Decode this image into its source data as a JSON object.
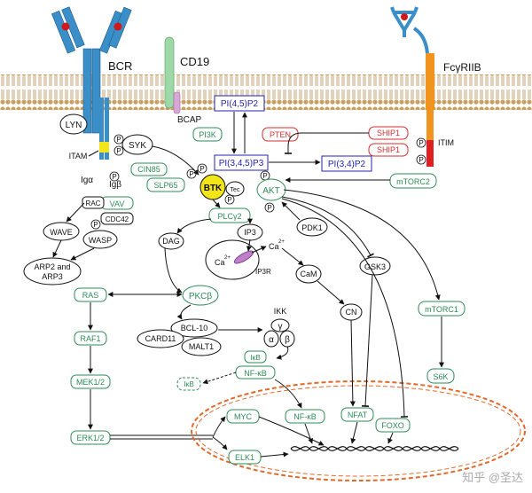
{
  "receptors": {
    "bcr": "BCR",
    "cd19": "CD19",
    "bcap": "BCAP",
    "fcgriib": "FcγRIIB",
    "itim": "ITIM",
    "itam": "ITAM",
    "iga": "Igα",
    "igb": "Igβ"
  },
  "kinases": {
    "lyn": "LYN",
    "syk": "SYK",
    "btk": "BTK",
    "tec": "Tec",
    "akt": "AKT",
    "pdk1": "PDK1",
    "gsk3": "GSK3",
    "mtorc1": "mTORC1",
    "mtorc2": "mTORC2",
    "s6k": "S6K"
  },
  "lipids": {
    "pi45p2": "PI(4,5)P2",
    "pi345p3": "PI(3,4,5)P3",
    "pi34p2": "PI(3,4)P2",
    "pi3k": "PI3K",
    "pten": "PTEN",
    "ship1a": "SHIP1",
    "ship1b": "SHIP1"
  },
  "adaptors": {
    "cin85": "CIN85",
    "slp65": "SLP65",
    "vav": "VAV",
    "rac": "RAC",
    "cdc42": "CDC42",
    "wave": "WAVE",
    "wasp": "WASP",
    "arp": [
      "ARP2 and",
      "ARP3"
    ]
  },
  "second_messengers": {
    "plcg2": "PLCγ2",
    "dag": "DAG",
    "ip3": "IP3",
    "ip3r": "IP3R",
    "ca": "Ca",
    "ca_sup": "2+",
    "cam": "CaM",
    "cn": "CN"
  },
  "nfkb_module": {
    "pkcb": "PKCβ",
    "bcl10": "BCL-10",
    "card11": "CARD11",
    "malt1": "MALT1",
    "ikk": "IKK",
    "gamma": "γ",
    "alpha": "α",
    "beta": "β",
    "ikb": "IκB",
    "nfkb": "NF-κB",
    "ikb_degraded": "IκB"
  },
  "mapk": {
    "ras": "RAS",
    "raf1": "RAF1",
    "mek": "MEK1/2",
    "erk": "ERK1/2"
  },
  "nucleus": {
    "myc": "MYC",
    "nfkb": "NF-κB",
    "nfat": "NFAT",
    "foxo": "FOXO",
    "elk1": "ELK1"
  },
  "phospho_label": "P",
  "watermark": "知乎 @圣达",
  "colors": {
    "membrane": "#c8a064",
    "receptor_blue": "#3a8fc8",
    "cd19_green": "#9fd8a8",
    "itim_orange": "#f0941e",
    "itim_red": "#e02020",
    "btk_yellow": "#f2e51a",
    "node_green": "#2e8b57",
    "lipid_blue": "#2323b4",
    "inhibitor_red": "#d62d2d",
    "nucleus_orange": "#e0692c"
  }
}
